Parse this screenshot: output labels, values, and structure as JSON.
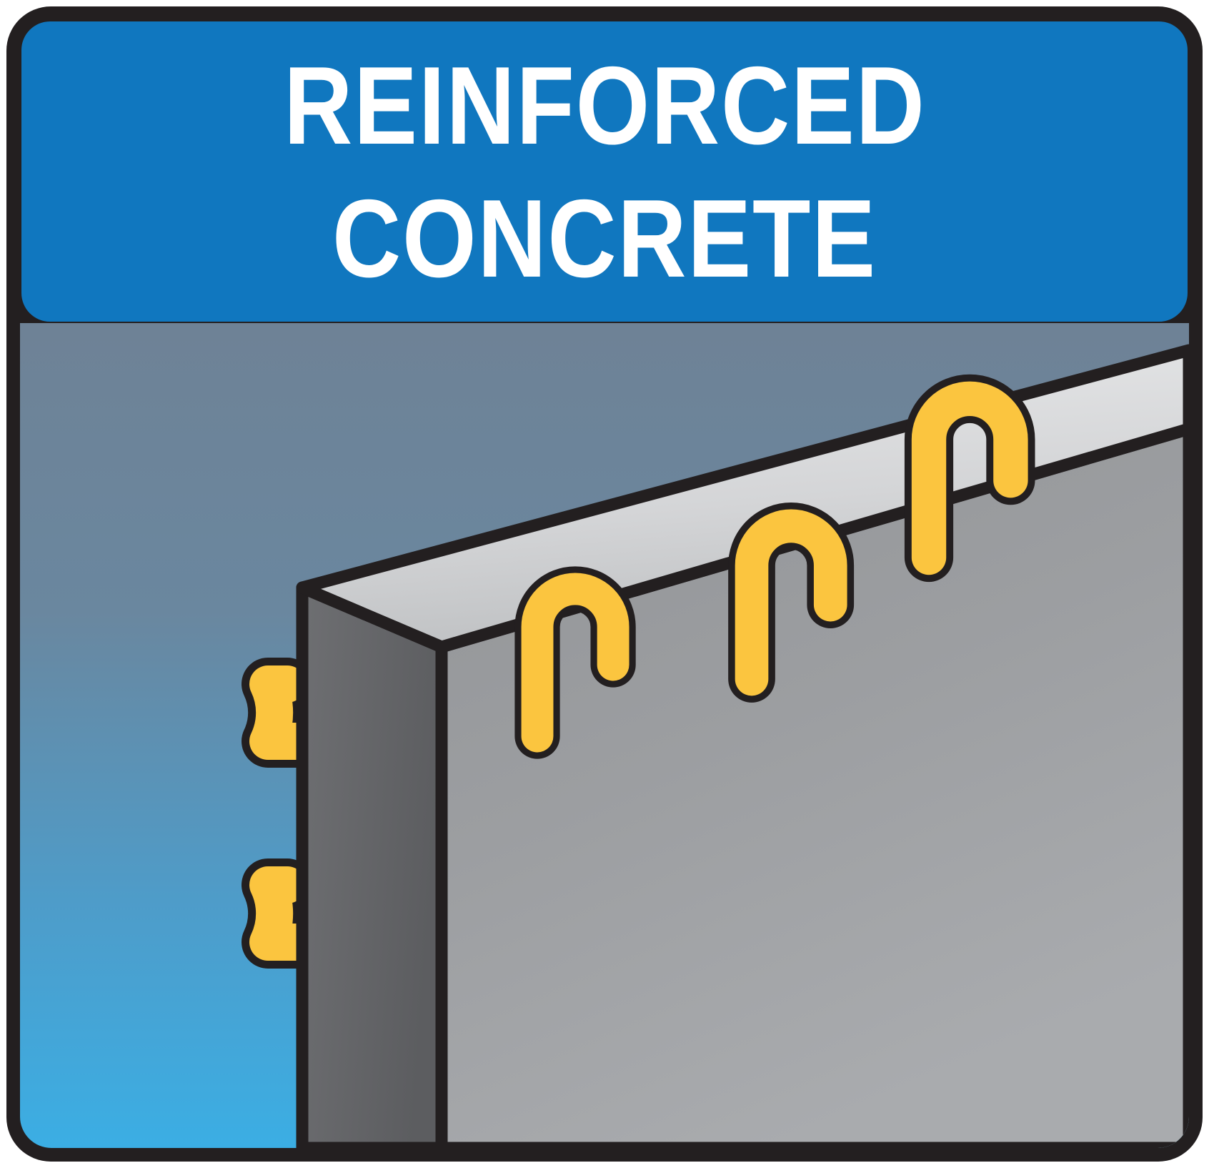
{
  "card": {
    "title_line_1": "REINFORCED",
    "title_line_2": "CONCRETE"
  },
  "colors": {
    "frame_border": "#231F20",
    "header_blue": "#1077BF",
    "title_text": "#FFFFFF",
    "sky_top": "#6E8296",
    "sky_bottom": "#3BAEE4",
    "wall_top_face_light": "#E6E7E8",
    "wall_top_face_dark": "#B9BBBD",
    "wall_front_light": "#A7A9AC",
    "wall_front_dark": "#808285",
    "wall_side_light": "#6D6E71",
    "wall_side_dark": "#58595B",
    "rebar_fill": "#FBC53F",
    "rebar_outline": "#231F20"
  },
  "illustration": {
    "label": "reinforced-concrete-wall-cutaway",
    "wall_top_rebar_count": 3,
    "wall_side_rebar_count": 2,
    "rebar_shape": "j-hook"
  }
}
